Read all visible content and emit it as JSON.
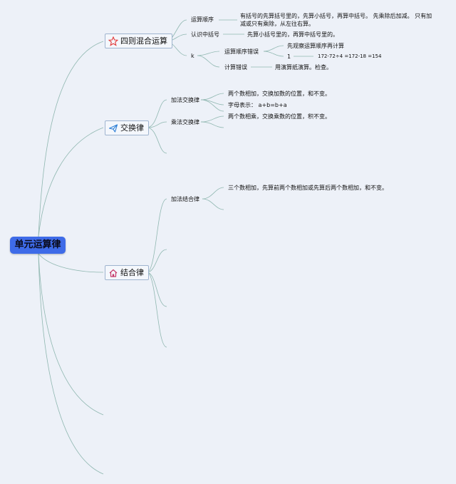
{
  "root": {
    "label": "单元运算律"
  },
  "branches": {
    "mixed": {
      "label": "四则混合运算",
      "icon": "star-icon",
      "children": {
        "order": {
          "label": "运算顺序",
          "detail": "有括号的先算括号里的，先算小括号，再算中括号。 先乘除后加减。 只有加减或只有乘除，从左往右算。"
        },
        "brackets": {
          "label": "认识中括号",
          "detail": "先算小括号里的，再算中括号里的。"
        },
        "k": {
          "label": "k",
          "order_error": {
            "label": "运算顺序错误",
            "tip": "先观察运算顺序再计算",
            "index": "1",
            "example": "172-72÷4 =172-18 =154"
          },
          "calc_error": {
            "label": "计算错误",
            "tip": "用演算纸演算。检查。"
          }
        }
      }
    },
    "commutative": {
      "label": "交换律",
      "icon": "paper-plane-icon",
      "children": {
        "add": {
          "label": "加法交换律",
          "detail": "两个数相加，交换加数的位置，和不变。",
          "formula": "字母表示： a+b=b+a"
        },
        "mul": {
          "label": "乘法交换律",
          "detail": "两个数相乘，交换乘数的位置，积不变。"
        }
      }
    },
    "associative": {
      "label": "结合律",
      "icon": "home-icon",
      "children": {
        "add": {
          "label": "加法结合律",
          "detail": "三个数相加，先算前两个数相加或先算后两个数相加，和不变。"
        }
      }
    }
  },
  "colors": {
    "line": "#8fb7b0",
    "root": "#3e6be8",
    "star": "#e23a3a",
    "plane": "#2d7fd6",
    "home": "#c53a6a"
  }
}
